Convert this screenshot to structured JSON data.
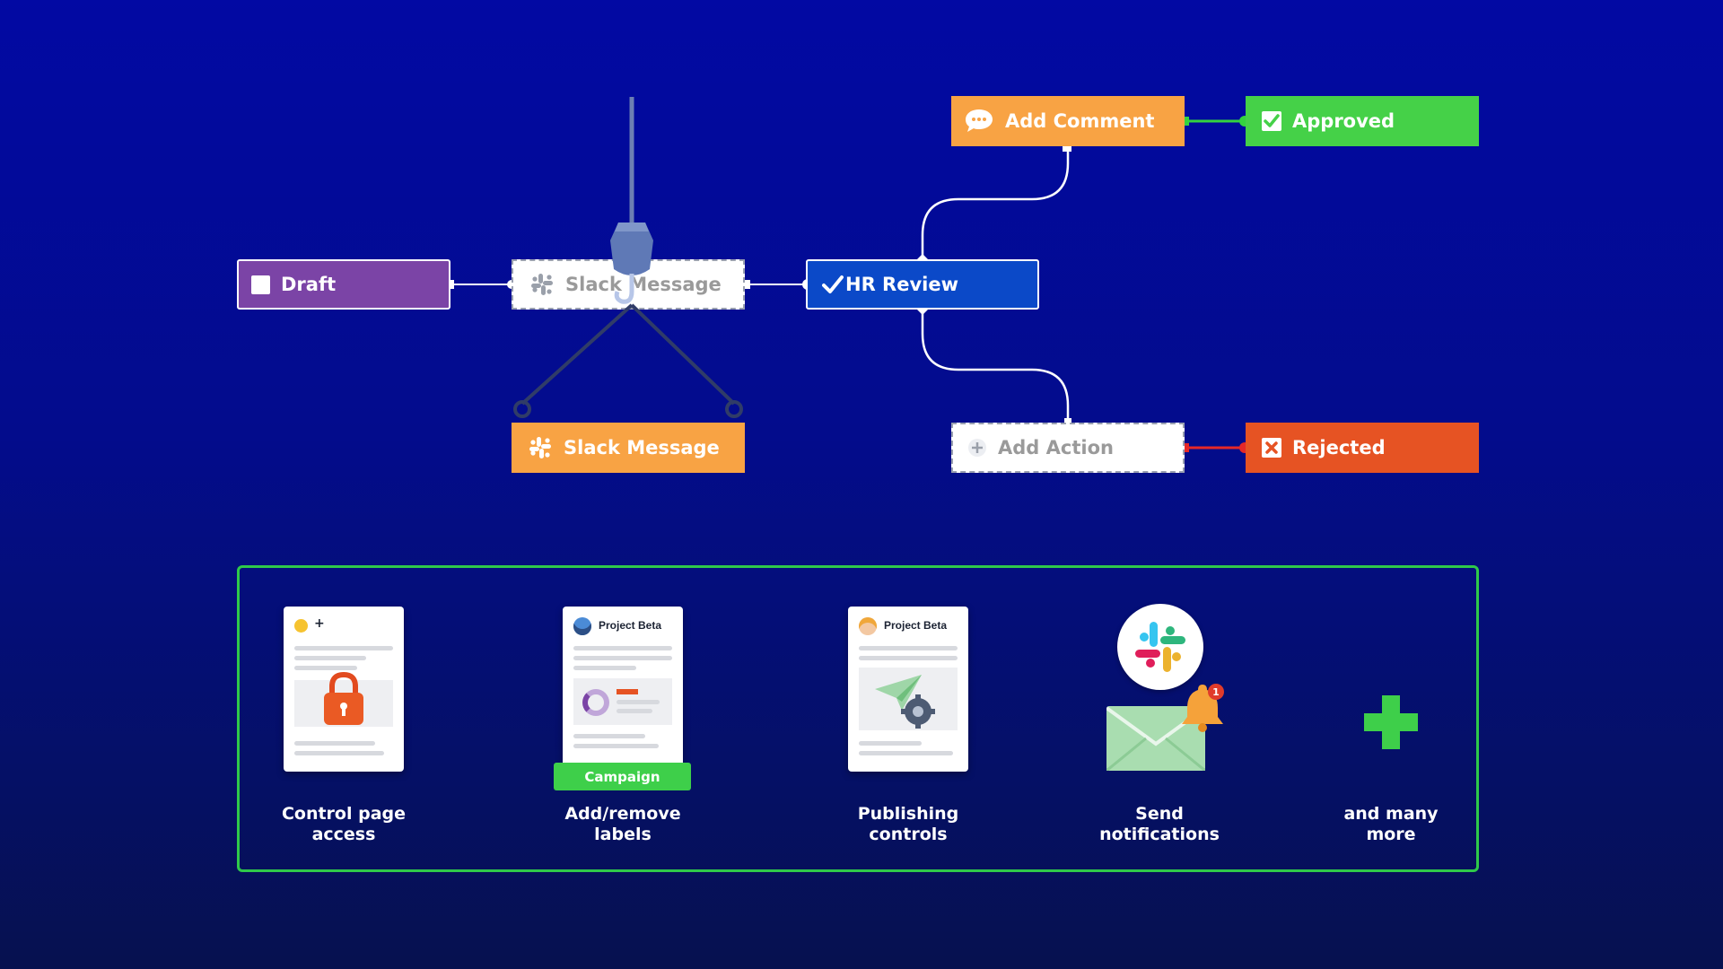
{
  "workflow": {
    "nodes": {
      "draft": {
        "label": "Draft",
        "color": "#7b44a6"
      },
      "slack_top": {
        "label": "Slack Message",
        "state": "placeholder"
      },
      "slack_bottom": {
        "label": "Slack Message",
        "color": "#f8a344"
      },
      "hr_review": {
        "label": "HR Review",
        "color": "#0b49c8"
      },
      "add_comment": {
        "label": "Add Comment",
        "color": "#f8a344"
      },
      "approved": {
        "label": "Approved",
        "color": "#45d148"
      },
      "add_action": {
        "label": "Add Action",
        "state": "placeholder"
      },
      "rejected": {
        "label": "Rejected",
        "color": "#e65323"
      }
    },
    "connector_colors": {
      "approved": "#34d33f",
      "rejected": "#e52828"
    }
  },
  "features": {
    "border_color": "#2fc94a",
    "items": [
      {
        "label": "Control page\naccess",
        "icon": "locked-page-icon"
      },
      {
        "label": "Add/remove\nlabels",
        "icon": "labeled-page-icon",
        "doc_title": "Project Beta",
        "tag": "Campaign"
      },
      {
        "label": "Publishing\ncontrols",
        "icon": "publish-page-icon",
        "doc_title": "Project Beta"
      },
      {
        "label": "Send\nnotifications",
        "icon": "slack-mail-notification-icon",
        "badge": "1"
      },
      {
        "label": "and many\nmore",
        "icon": "plus-icon"
      }
    ]
  }
}
